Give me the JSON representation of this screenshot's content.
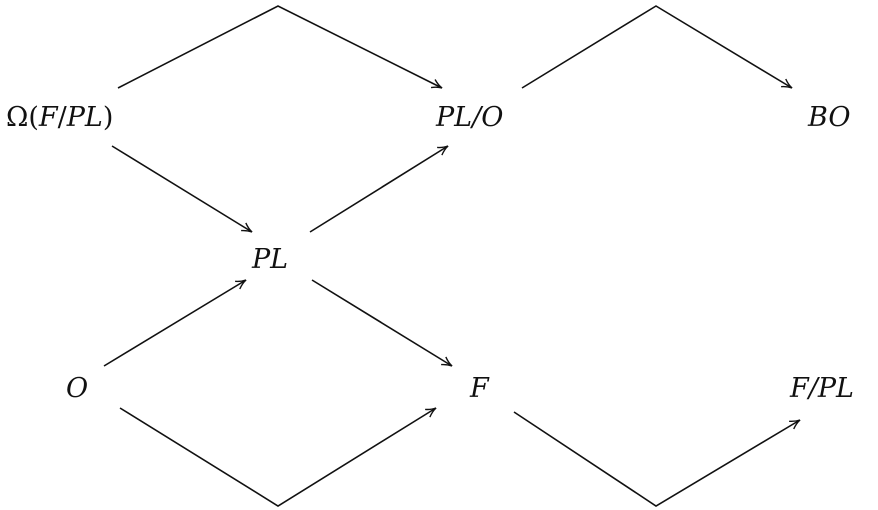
{
  "diagram": {
    "nodes": {
      "omega": {
        "prefix": "Ω(",
        "f": "F",
        "slash": "/",
        "pl": "PL",
        "suffix": ")"
      },
      "pl_o": "PL/O",
      "bo": "BO",
      "pl": "PL",
      "o": "O",
      "f": "F",
      "f_pl": "F/PL"
    },
    "edges": [
      {
        "from": "omega",
        "to": "pl_o",
        "kind": "arc-over"
      },
      {
        "from": "pl_o",
        "to": "bo",
        "kind": "arc-over"
      },
      {
        "from": "omega",
        "to": "pl",
        "kind": "straight"
      },
      {
        "from": "pl",
        "to": "pl_o",
        "kind": "straight"
      },
      {
        "from": "o",
        "to": "pl",
        "kind": "straight"
      },
      {
        "from": "pl",
        "to": "f",
        "kind": "straight"
      },
      {
        "from": "o",
        "to": "f",
        "kind": "arc-under"
      },
      {
        "from": "f",
        "to": "f_pl",
        "kind": "arc-under"
      }
    ],
    "colors": {
      "ink": "#111111",
      "background": "#ffffff"
    }
  }
}
